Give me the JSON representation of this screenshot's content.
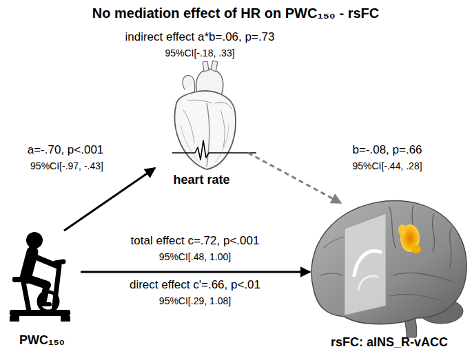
{
  "diagram": {
    "title": "No mediation effect of HR on PWC₁₅₀ - rsFC",
    "nodes": [
      {
        "text": [
          "PWC₁₅₀"
        ]
      },
      {
        "text": [
          "heart rate"
        ]
      },
      {
        "text": [
          "rsFC: aINS_R-vACC"
        ]
      }
    ],
    "edges": [
      {
        "from": 0,
        "to": 1,
        "label": "a=-.70, p<.001",
        "arrow": "to"
      },
      {
        "from": 1,
        "to": 2,
        "label": "b=-.08, p=.66",
        "arrow": "to"
      },
      {
        "from": 0,
        "to": 2,
        "label": "total effect c=.72, p<.001",
        "arrow": "to"
      }
    ],
    "labels": [
      "indirect effect a*b=.06, p=.73",
      "95%CI[-.18, .33]",
      "95%CI[-.97, -.43]",
      "95%CI[-.44, .28]",
      "95%CI[.48, 1.00]",
      "direct effect c'=.66, p<.01",
      "95%CI[.29, 1.08]"
    ]
  }
}
